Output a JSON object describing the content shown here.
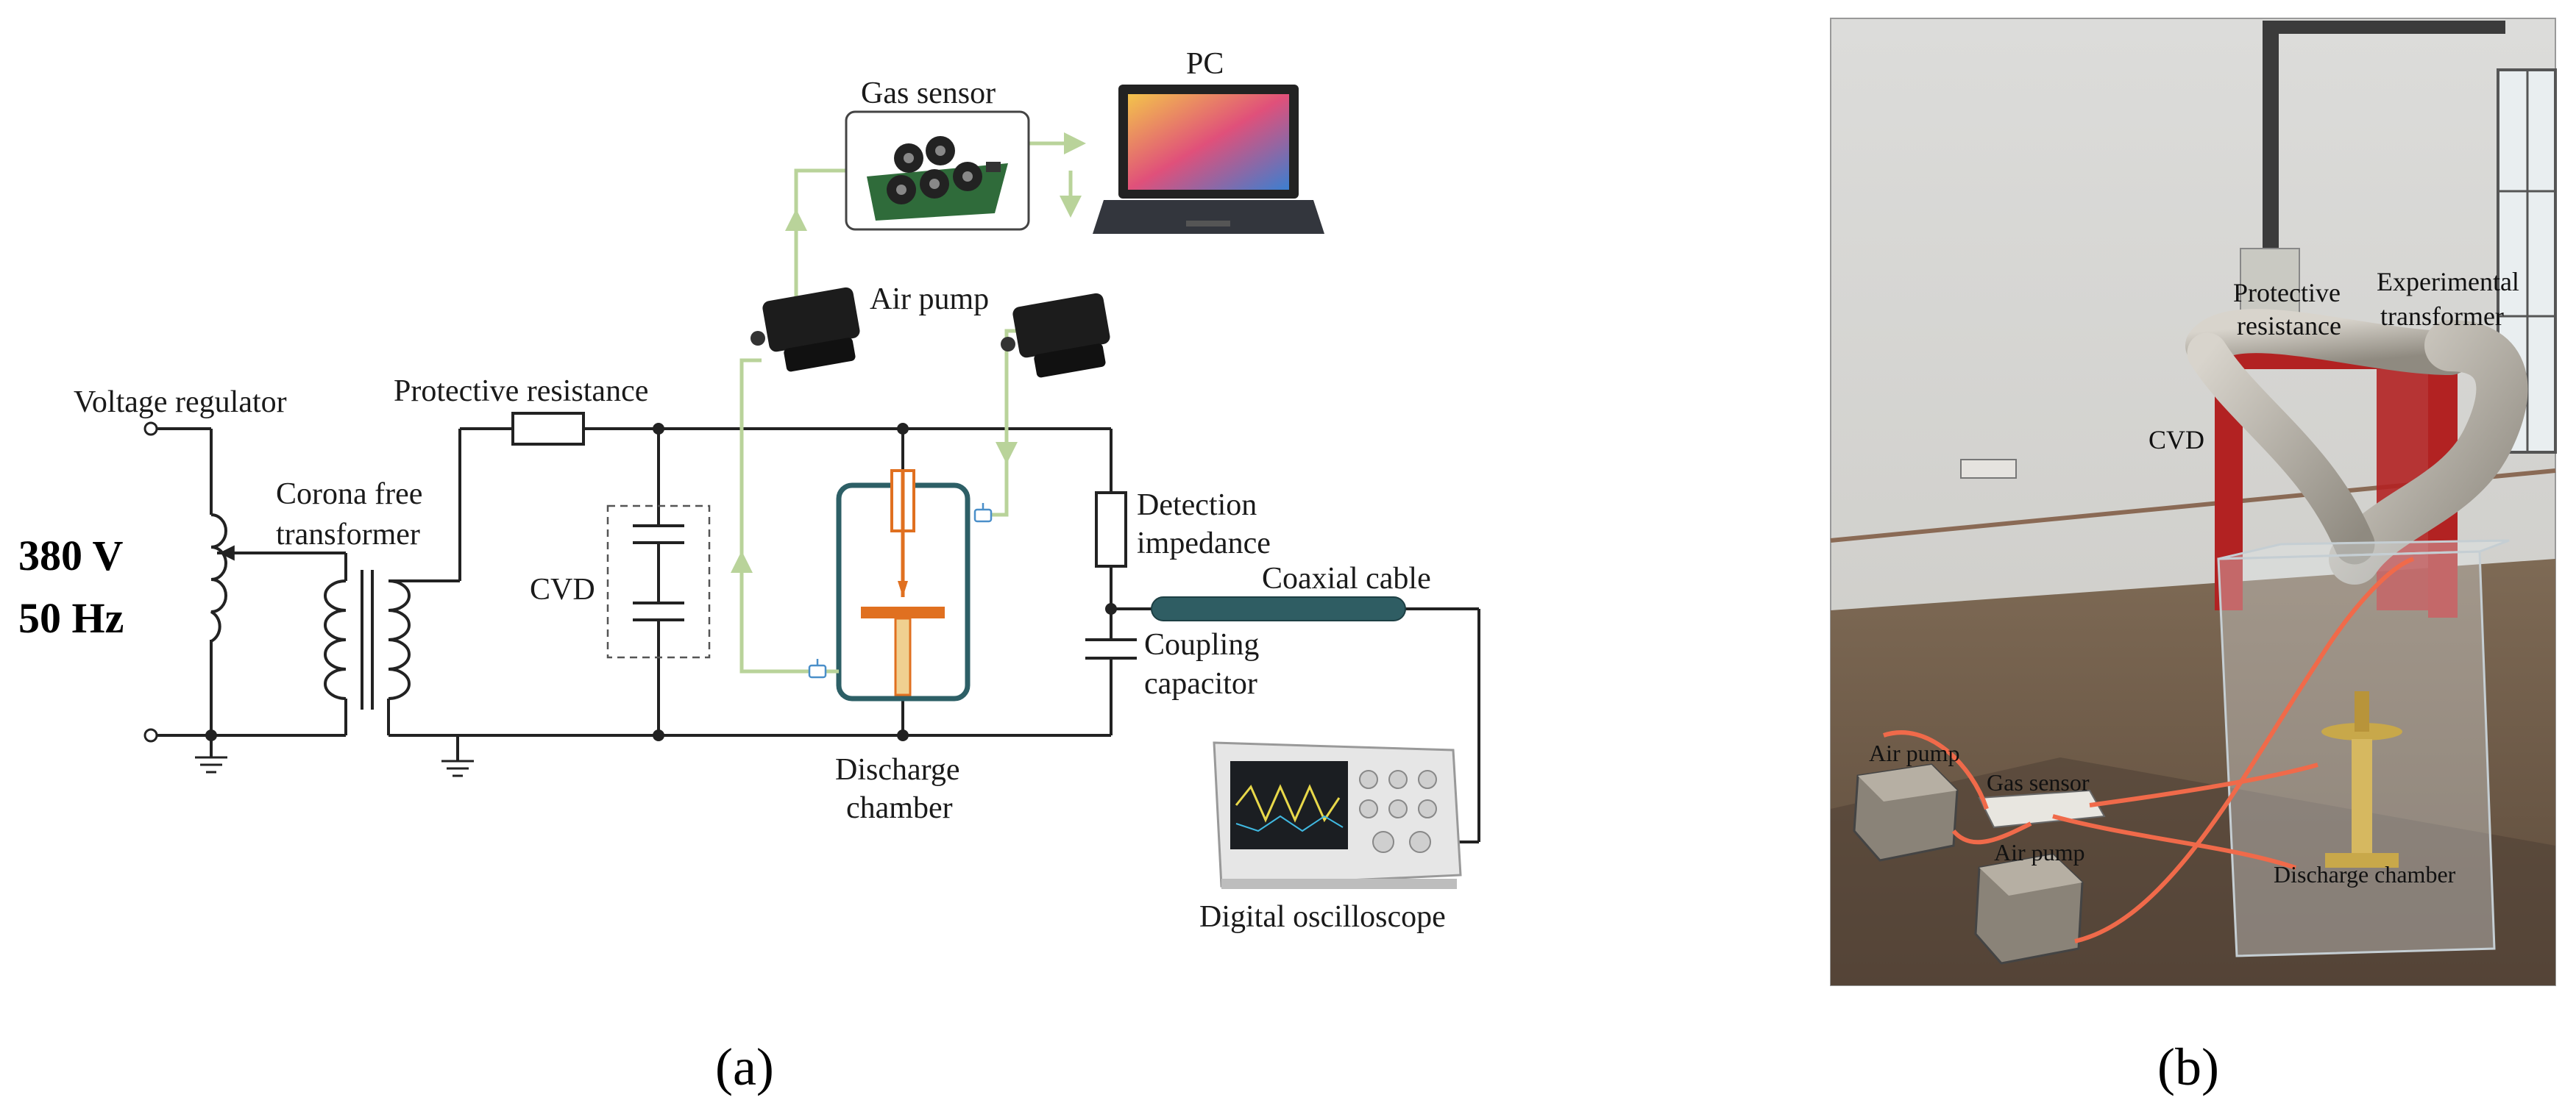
{
  "panel_a": {
    "sublabel": "(a)",
    "source": {
      "voltage": "380 V",
      "frequency": "50 Hz"
    },
    "labels": {
      "voltage_regulator": "Voltage regulator",
      "protective_resistance": "Protective resistance",
      "corona_free_transformer_1": "Corona free",
      "corona_free_transformer_2": "transformer",
      "cvd": "CVD",
      "gas_sensor": "Gas sensor",
      "pc": "PC",
      "air_pump": "Air pump",
      "detection_impedance_1": "Detection",
      "detection_impedance_2": "impedance",
      "coaxial_cable": "Coaxial cable",
      "coupling_capacitor_1": "Coupling",
      "coupling_capacitor_2": "capacitor",
      "discharge_chamber_1": "Discharge",
      "discharge_chamber_2": "chamber",
      "digital_oscilloscope": "Digital oscilloscope"
    }
  },
  "panel_b": {
    "sublabel": "(b)",
    "labels": {
      "protective_resistance_1": "Protective",
      "protective_resistance_2": "resistance",
      "experimental_transformer_1": "Experimental",
      "experimental_transformer_2": "transformer",
      "cvd": "CVD",
      "air_pump_1": "Air pump",
      "gas_sensor": "Gas sensor",
      "air_pump_2": "Air pump",
      "discharge_chamber": "Discharge chamber"
    }
  },
  "colors": {
    "wire": "#222222",
    "gas_line": "#b9d39a",
    "chamber": "#2d5f66",
    "electrode": "#e07020",
    "cable": "#2f5d63",
    "valve": "#4a8fc9",
    "orange_tube": "#f06a4a",
    "red_frame": "#b22222"
  }
}
